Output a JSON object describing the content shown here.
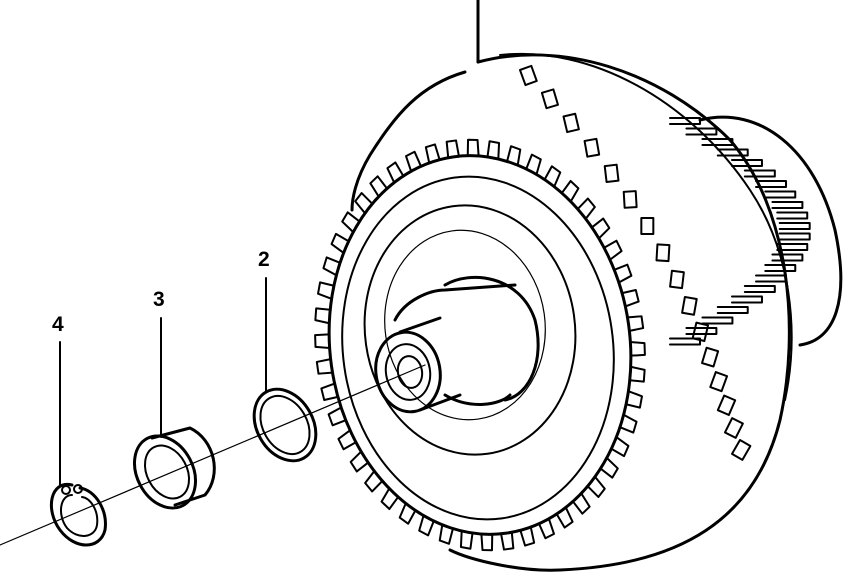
{
  "callouts": {
    "c4": "4",
    "c3": "3",
    "c2": "2"
  }
}
